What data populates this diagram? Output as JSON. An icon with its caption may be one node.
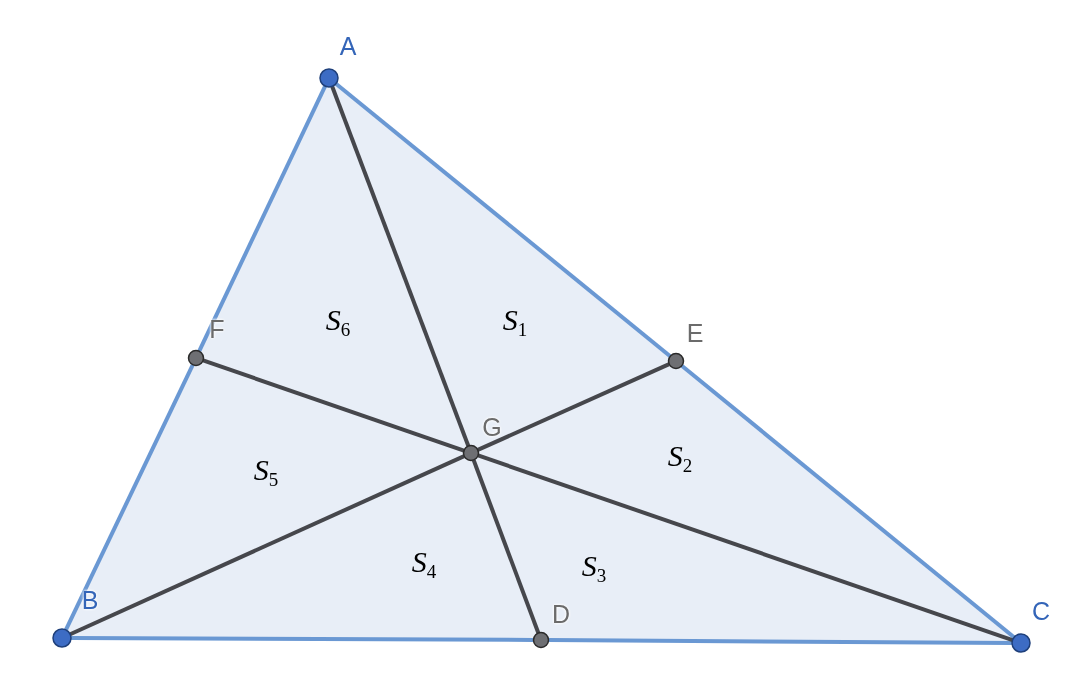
{
  "diagram": {
    "nodes": [
      {
        "text": [],
        "shape": "circle",
        "beside": [
          "A"
        ]
      },
      {
        "text": [],
        "shape": "circle",
        "beside": [
          "B"
        ]
      },
      {
        "text": [],
        "shape": "circle",
        "beside": [
          "C"
        ]
      },
      {
        "text": [],
        "shape": "circle",
        "beside": [
          "D"
        ]
      },
      {
        "text": [],
        "shape": "circle",
        "beside": [
          "E"
        ]
      },
      {
        "text": [],
        "shape": "circle",
        "beside": [
          "F"
        ]
      },
      {
        "text": [],
        "shape": "circle",
        "beside": [
          "G"
        ]
      }
    ],
    "edges": [
      {
        "from": 0,
        "to": 5,
        "arrow": "none",
        "color": "#6a98d3"
      },
      {
        "from": 5,
        "to": 1,
        "arrow": "none",
        "color": "#6a98d3"
      },
      {
        "from": 1,
        "to": 3,
        "arrow": "none",
        "color": "#6a98d3"
      },
      {
        "from": 3,
        "to": 2,
        "arrow": "none",
        "color": "#6a98d3"
      },
      {
        "from": 2,
        "to": 4,
        "arrow": "none",
        "color": "#6a98d3"
      },
      {
        "from": 4,
        "to": 0,
        "arrow": "none",
        "color": "#6a98d3"
      },
      {
        "from": 0,
        "to": 6,
        "arrow": "none",
        "color": "#46474c"
      },
      {
        "from": 6,
        "to": 3,
        "arrow": "none",
        "color": "#46474c"
      },
      {
        "from": 1,
        "to": 6,
        "arrow": "none",
        "color": "#46474c"
      },
      {
        "from": 6,
        "to": 4,
        "arrow": "none",
        "color": "#46474c"
      },
      {
        "from": 5,
        "to": 6,
        "arrow": "none",
        "color": "#46474c"
      },
      {
        "from": 6,
        "to": 2,
        "arrow": "none",
        "color": "#46474c"
      }
    ],
    "labels": [
      "*S*$_{6}$",
      "*S*$_{1}$",
      "*S*$_{5}$",
      "*S*$_{2}$",
      "*S*$_{4}$",
      "*S*$_{3}$"
    ]
  }
}
